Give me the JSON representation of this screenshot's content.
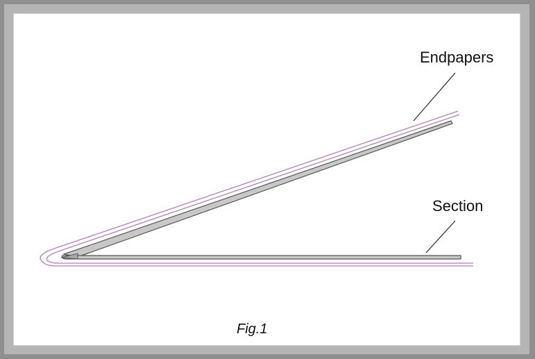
{
  "labels": {
    "endpapers": "Endpapers",
    "section": "Section"
  },
  "caption": "Fig.1",
  "colors": {
    "endpaper_line": "#b080b8",
    "board_line": "#555555",
    "board_fill": "#c8c8c8",
    "leader_line": "#222222",
    "frame_outer": "#8f8f8f",
    "frame_inner": "#b5b5b5"
  }
}
